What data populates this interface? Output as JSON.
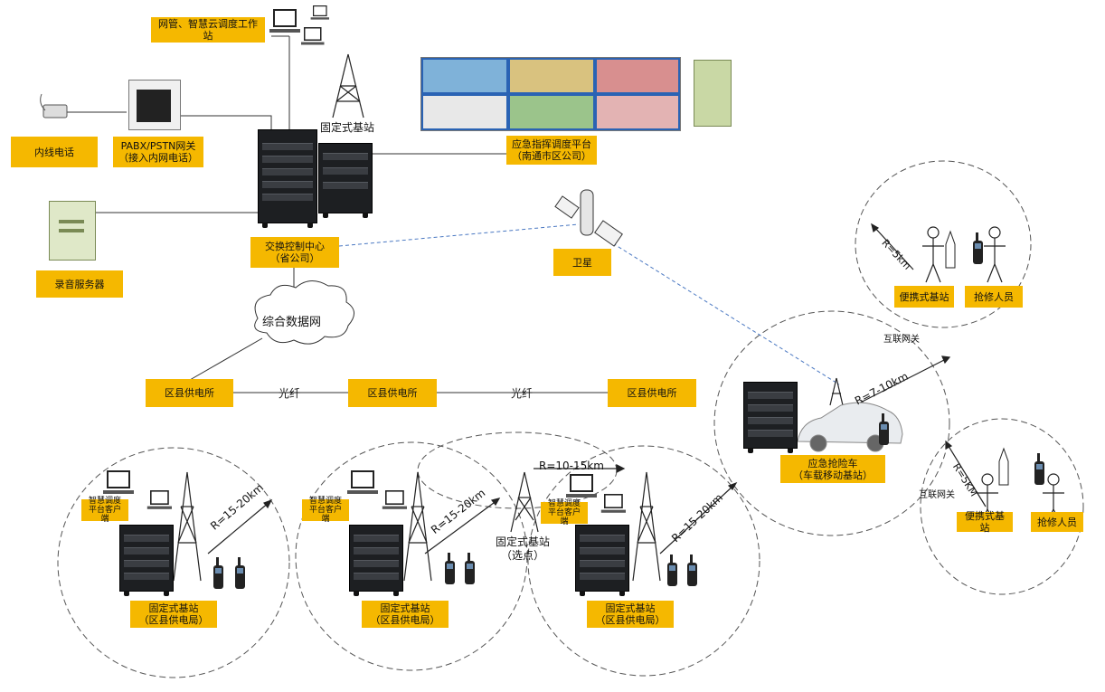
{
  "colors": {
    "label_bg": "#f5b800",
    "line": "#333333",
    "dash": "#555555",
    "satellite_link": "#4a78c2",
    "wall_blue": "#2a63b4"
  },
  "labels": {
    "nms_workstation": "网管、智慧云调度工作站",
    "internal_phone": "内线电话",
    "pabx_gateway": "PABX/PSTN网关",
    "pabx_gateway_sub": "（接入内网电话）",
    "recording_server": "录音服务器",
    "switch_center": "交换控制中心",
    "switch_center_sub": "（省公司）",
    "fixed_station_top": "固定式基站",
    "command_platform": "应急指挥调度平台",
    "command_platform_sub": "（南通市区公司）",
    "satellite": "卫星",
    "data_network": "综合数据网",
    "county_supply_1": "区县供电所",
    "county_supply_2": "区县供电所",
    "county_supply_3": "区县供电所",
    "fiber_1": "光纤",
    "fiber_2": "光纤",
    "dispatch_client_1": "智慧调度平台客户端",
    "dispatch_client_2": "智慧调度平台客户端",
    "dispatch_client_3": "智慧调度平台客户端",
    "radius_1": "R=15-20km",
    "radius_2": "R=15-20km",
    "radius_3": "R=15-20km",
    "radius_middle": "R=10-15km",
    "fixed_station_county": "固定式基站",
    "fixed_station_county_sub": "（区县供电局）",
    "fixed_station_select": "固定式基站",
    "fixed_station_select_sub": "（选点）",
    "emergency_vehicle": "应急抢险车",
    "emergency_vehicle_sub": "（车载移动基站）",
    "radius_vehicle": "R=7-10km",
    "internet_gateway_1": "互联网关",
    "internet_gateway_2": "互联网关",
    "radius_portable_1": "R=5km",
    "radius_portable_2": "R=5KM",
    "portable_station_1": "便携式基站",
    "repair_staff_1": "抢修人员",
    "portable_station_2": "便携式基站",
    "repair_staff_2": "抢修人员"
  },
  "icons": [
    "desktop-computer-icon",
    "telephone-icon",
    "server-tower-icon",
    "rack-cabinet-icon",
    "radio-tower-icon",
    "video-wall-icon",
    "satellite-icon",
    "cloud-icon",
    "handheld-radio-icon",
    "vehicle-icon",
    "person-icon",
    "portable-base-station-icon"
  ]
}
